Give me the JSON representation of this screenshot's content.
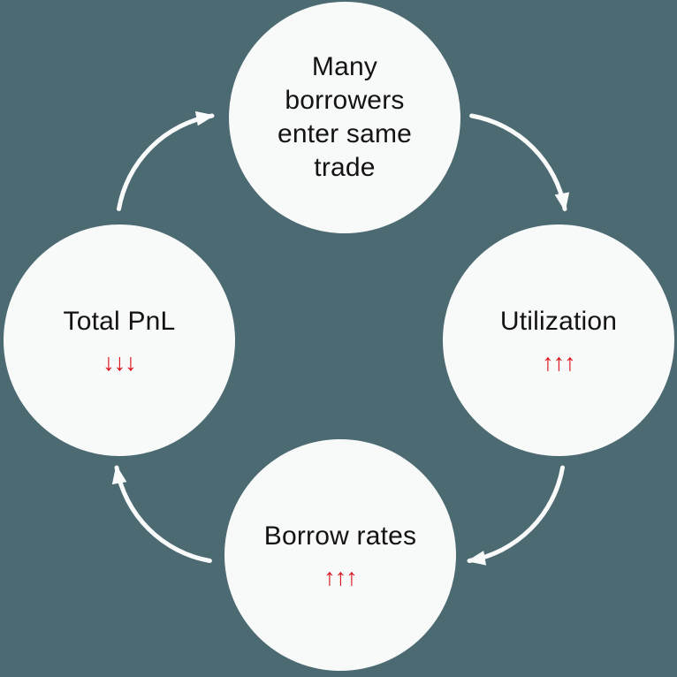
{
  "diagram": {
    "nodes": [
      {
        "id": "many-borrowers",
        "label": "Many borrowers enter same trade",
        "trend": ""
      },
      {
        "id": "utilization",
        "label": "Utilization",
        "trend": "↑↑↑"
      },
      {
        "id": "borrow-rates",
        "label": "Borrow rates",
        "trend": "↑↑↑"
      },
      {
        "id": "total-pnl",
        "label": "Total PnL",
        "trend": "↓↓↓"
      }
    ],
    "colors": {
      "background": "#4C6A72",
      "node_fill": "#F8F9F9",
      "label_text": "#131313",
      "trend_red": "#DC141C",
      "arrow": "#F9FAFA"
    }
  }
}
